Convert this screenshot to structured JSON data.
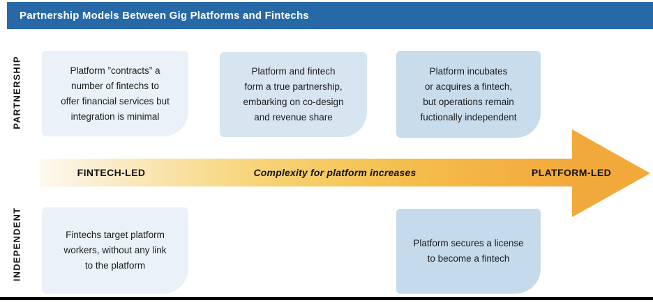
{
  "header": {
    "title": "Partnership Models Between Gig Platforms and Fintechs"
  },
  "row_labels": {
    "top": "PARTNERSHIP",
    "bottom": "INDEPENDENT"
  },
  "boxes": {
    "top": [
      {
        "text": "Platform ”contracts” a\nnumber of fintechs to\noffer financial services but\nintegration is minimal"
      },
      {
        "text": "Platform and fintech\nform a true partnership,\nembarking on co-design\nand revenue share"
      },
      {
        "text": "Platform incubates\nor acquires a fintech,\nbut operations remain\nfuctionally independent"
      }
    ],
    "bottom": [
      {
        "text": "Fintechs target platform\nworkers, without any link\nto the platform"
      },
      {
        "text": "Platform secures a license\nto become a fintech"
      }
    ]
  },
  "arrow": {
    "left_label": "FINTECH-LED",
    "center_label": "Complexity for platform increases",
    "right_label": "PLATFORM-LED"
  },
  "colors": {
    "header_bg": "#2769a7",
    "box_light": "#eaf1f8",
    "box_medium": "#d7e5f1",
    "box_dark": "#c8dcec",
    "arrow_start": "#fefaf0",
    "arrow_mid": "#f5c75a",
    "arrow_end": "#f2a93c",
    "bottom_rule": "#000000"
  }
}
